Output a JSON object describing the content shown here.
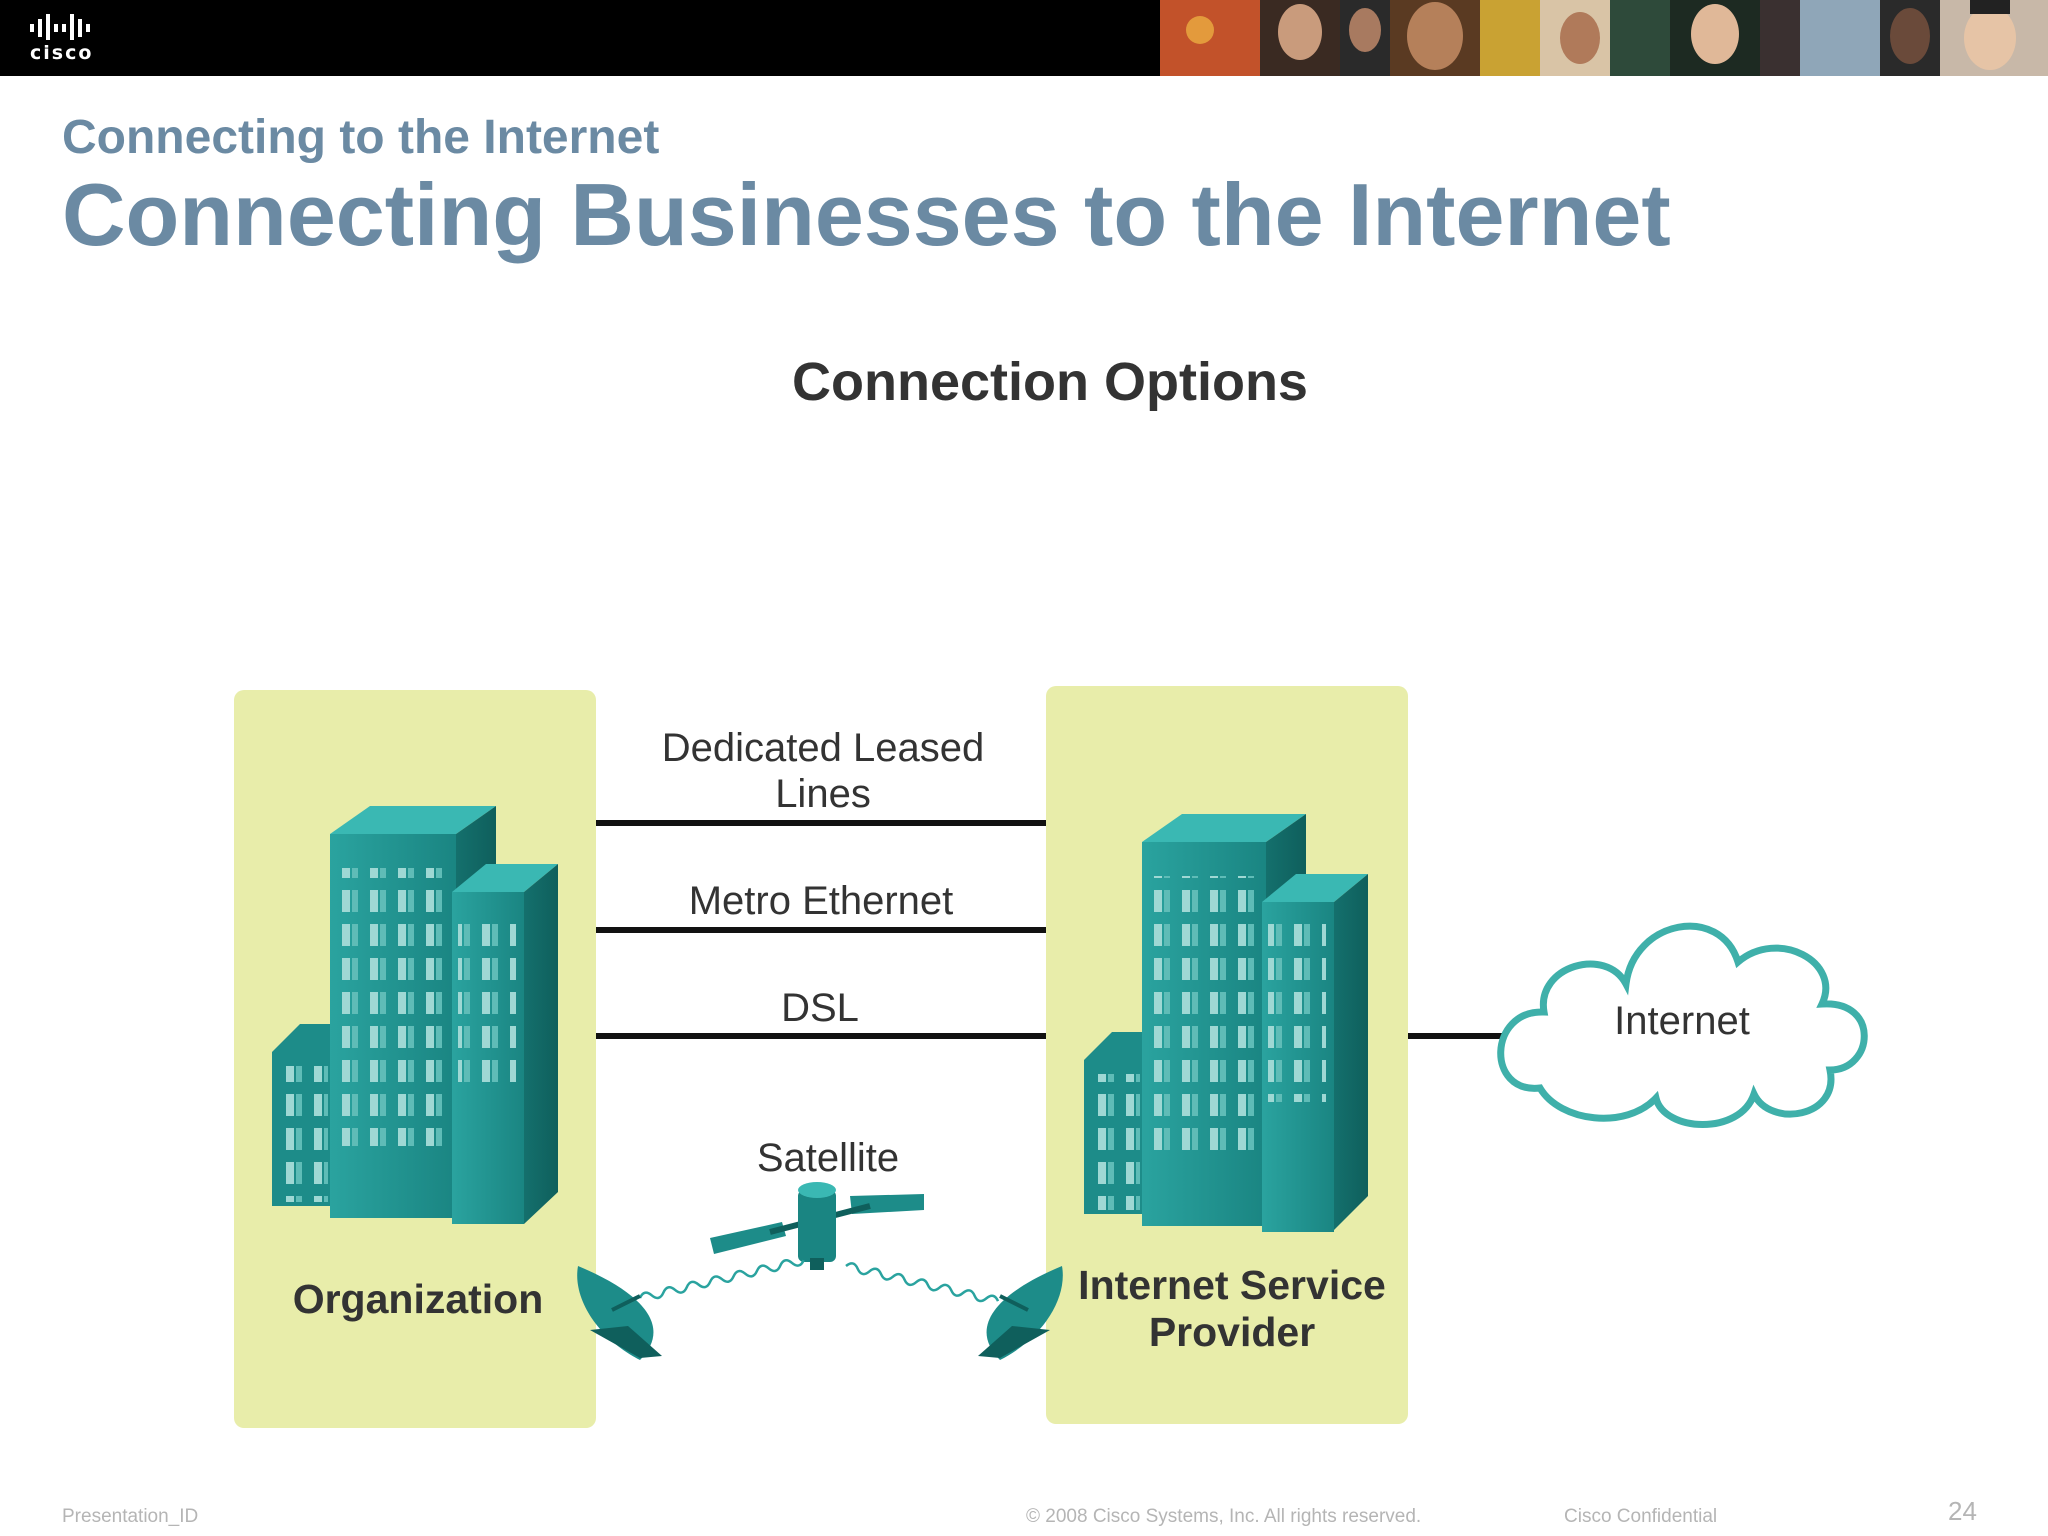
{
  "header": {
    "logo_text": "cisco",
    "photo_strip": "people-photo-strip"
  },
  "slide": {
    "section": "Connecting to the Internet",
    "title": "Connecting Businesses to the Internet"
  },
  "diagram": {
    "heading": "Connection Options",
    "nodes": {
      "organization": "Organization",
      "isp_line1": "Internet Service",
      "isp_line2": "Provider",
      "internet": "Internet"
    },
    "connections": {
      "leased_line1": "Dedicated Leased",
      "leased_line2": "Lines",
      "metro": "Metro Ethernet",
      "dsl": "DSL",
      "satellite": "Satellite"
    },
    "colors": {
      "panel": "#e8edaa",
      "building": "#1e8f8c",
      "cloud": "#3fb0aa"
    }
  },
  "footer": {
    "presentation_id": "Presentation_ID",
    "copyright": "© 2008 Cisco Systems, Inc. All rights reserved.",
    "confidential": "Cisco Confidential",
    "page": "24"
  }
}
